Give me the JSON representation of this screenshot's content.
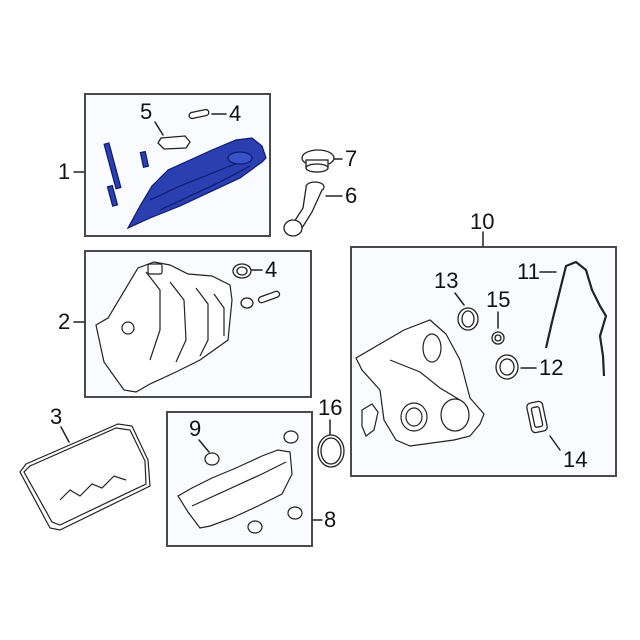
{
  "diagram": {
    "type": "exploded-parts-diagram",
    "subject": "Engine valve cover, intake manifold, oil pan gasket, timing cover assembly",
    "highlight_color": "#2a3fb0",
    "highlight_outline": "#0d1a6e",
    "line_color": "#222222",
    "groups": [
      {
        "id": "box-1",
        "label": "1",
        "contains": [
          "5",
          "4"
        ],
        "highlighted": true
      },
      {
        "id": "box-2",
        "label": "2",
        "contains": [
          "4"
        ]
      },
      {
        "id": "box-8",
        "label": "8",
        "contains": [
          "9"
        ]
      },
      {
        "id": "box-10",
        "label": "10",
        "contains": [
          "11",
          "12",
          "13",
          "14",
          "15"
        ]
      }
    ],
    "callouts": {
      "c1": "1",
      "c2": "2",
      "c3": "3",
      "c4a": "4",
      "c4b": "4",
      "c5": "5",
      "c6": "6",
      "c7": "7",
      "c8": "8",
      "c9": "9",
      "c10": "10",
      "c11": "11",
      "c12": "12",
      "c13": "13",
      "c14": "14",
      "c15": "15",
      "c16": "16"
    }
  }
}
